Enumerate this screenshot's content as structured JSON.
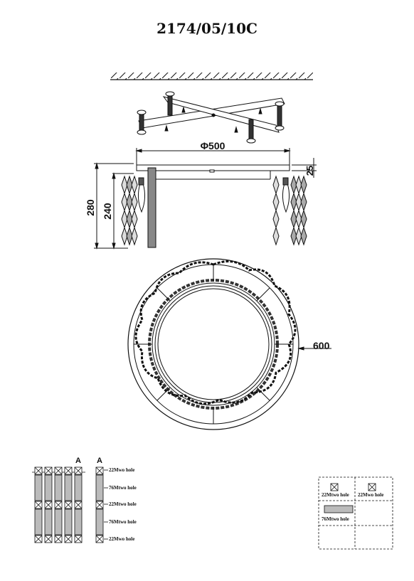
{
  "drawing": {
    "model": "2174/05/10C"
  },
  "side_view": {
    "diameter_label": "Φ500",
    "depth_label": "25",
    "total_height_label": "280",
    "drop_height_label": "240"
  },
  "top_view": {
    "diameter_label": "600"
  },
  "chain_detail": {
    "section_mark_left": "A",
    "section_mark_right": "A",
    "labels": [
      "22Mwo hole",
      "76Mtwo hole",
      "22Mtwo hole",
      "76Mtwo hole",
      "22Mwo hole"
    ]
  },
  "legend": {
    "items": [
      {
        "label": "22Mtwo hole"
      },
      {
        "label": "22Mwo hole"
      },
      {
        "label": "76Mtwo hole"
      }
    ]
  }
}
